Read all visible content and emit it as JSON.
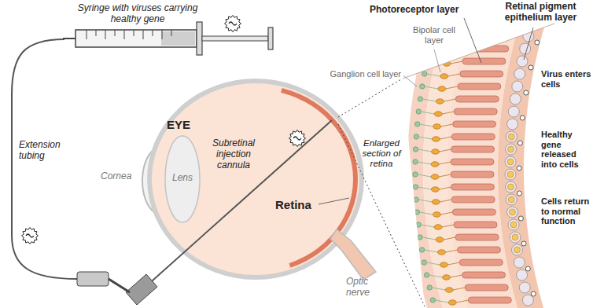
{
  "diagram": {
    "labels": [
      "Syringe with viruses carrying healthy gene",
      "Photoreceptor layer",
      "Retinal pigment epithelium layer",
      "Bipolar cell layer",
      "Ganglion cell layer",
      "Virus enters cells",
      "EYE",
      "Extension tubing",
      "Subretinal injection cannula",
      "Enlarged section of retina",
      "Healthy gene released into cells",
      "Cornea",
      "Lens",
      "Retina",
      "Cells return to normal function",
      "Optic nerve"
    ]
  }
}
